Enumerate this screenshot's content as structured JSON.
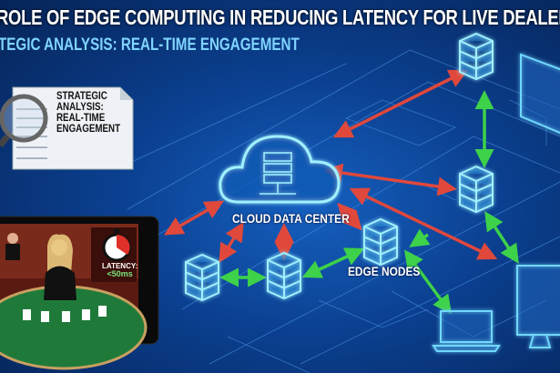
{
  "header": {
    "title": "ROLE OF EDGE COMPUTING IN REDUCING LATENCY FOR LIVE DEALER GA",
    "subtitle": "TEGIC ANALYSIS: REAL-TIME ENGAGEMENT"
  },
  "document_card": {
    "icon": "magnifier-document-icon",
    "lines": [
      "STRATEGIC",
      "ANALYSIS:",
      "REAL-TIME",
      "ENGAGEMENT"
    ]
  },
  "diagram": {
    "cloud_label": "CLOUD DATA CENTER",
    "edge_label": "EDGE NODES",
    "latency_label": "LATENCY:",
    "latency_value": "<50ms"
  },
  "colors": {
    "background": "#0b3f8f",
    "node_glow": "#7fe8ff",
    "cloud_link": "#e0483c",
    "edge_link": "#3ed14a",
    "latency_value": "#7ee27e"
  }
}
